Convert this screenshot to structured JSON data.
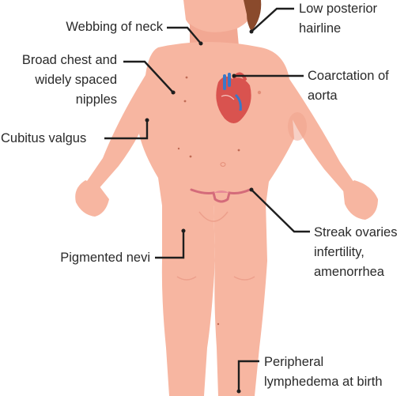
{
  "labels": {
    "webbing": "Webbing of neck",
    "hairline": "Low posterior\nhairline",
    "chest": "Broad chest and\nwidely spaced\nnipples",
    "coarctation": "Coarctation of\naorta",
    "cubitus": "Cubitus valgus",
    "streak": "Streak ovaries\ninfertility,\namenorrhea",
    "nevi": "Pigmented nevi",
    "lymph": "Peripheral\nlymphedema at birth"
  },
  "colors": {
    "skin": "#f7b6a1",
    "skin_shadow": "#eda08c",
    "hair": "#8a4a2c",
    "leader": "#1e1e1e",
    "heart_red": "#d9534f",
    "heart_blue": "#3a78c8"
  }
}
